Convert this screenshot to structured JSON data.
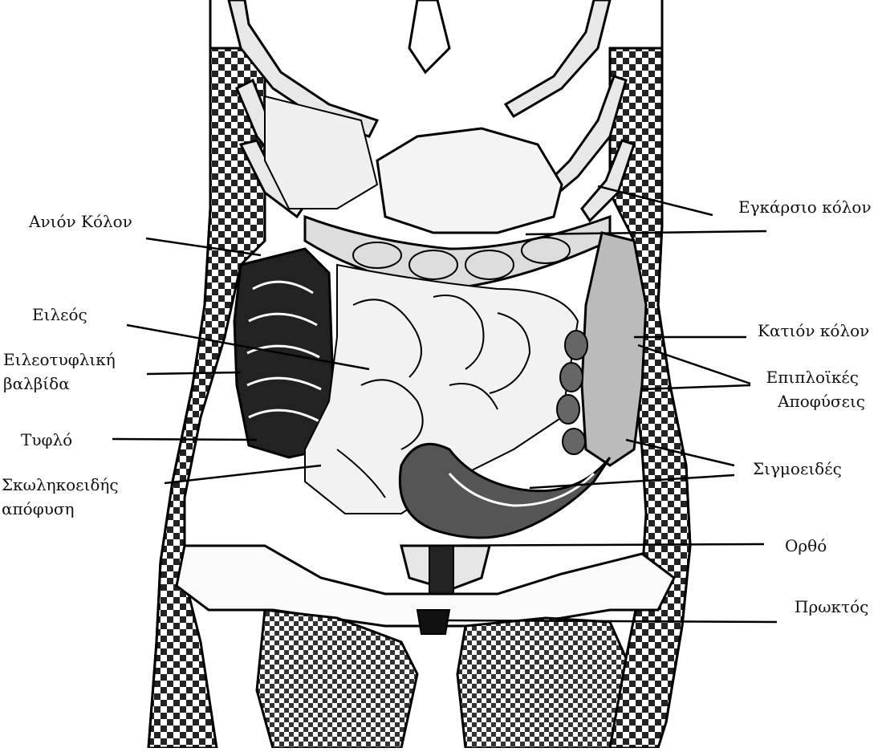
{
  "figure": {
    "labels": {
      "ascending_colon": "Ανιόν  Κόλον",
      "ileum": "Ειλεός",
      "ileocecal_valve_1": "Ειλεοτυφλική",
      "ileocecal_valve_2": "βαλβίδα",
      "cecum": "Τυφλό",
      "appendix_1": "Σκωληκοειδής",
      "appendix_2": "απόφυση",
      "transverse_colon": "Εγκάρσιο κόλον",
      "descending_colon": "Κατιόν κόλον",
      "epiploic_appendages_1": "Επιπλοϊκές",
      "epiploic_appendages_2": "Αποφύσεις",
      "sigmoid": "Σιγμοειδές",
      "rectum": "Ορθό",
      "anus": "Πρωκτός"
    }
  }
}
